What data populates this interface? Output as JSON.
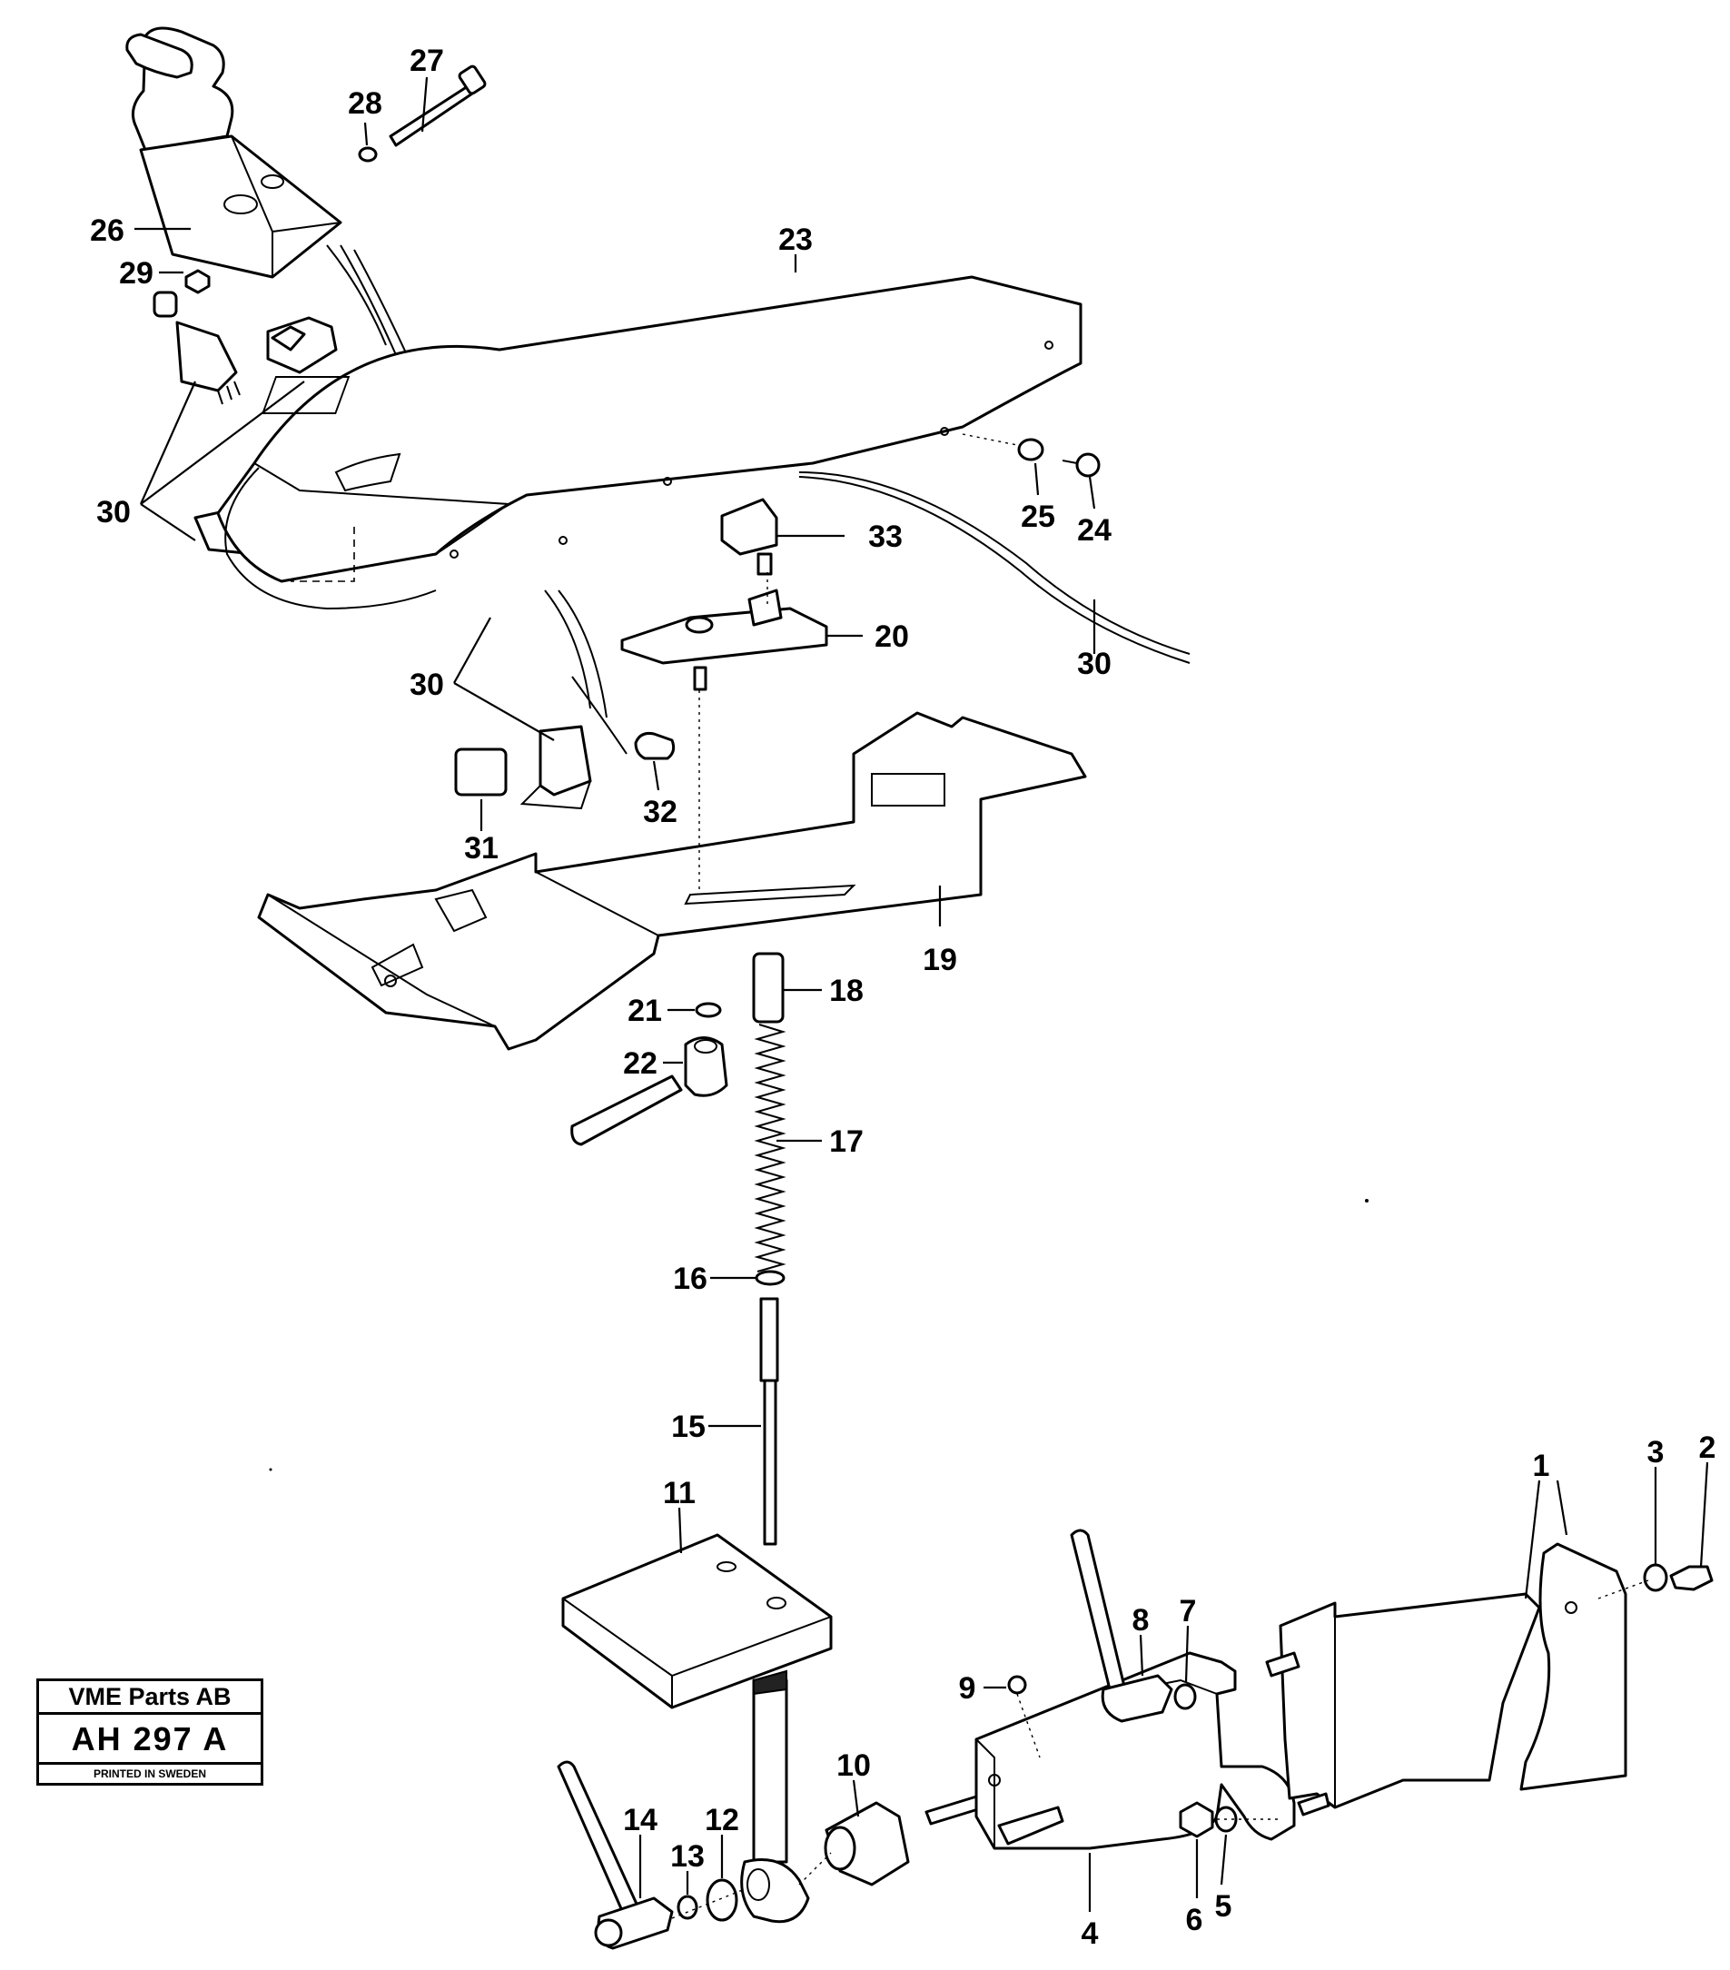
{
  "stamp": {
    "company": "VME Parts AB",
    "code": "AH 297 A",
    "printed": "PRINTED IN SWEDEN"
  },
  "callouts": [
    "1",
    "2",
    "3",
    "4",
    "5",
    "6",
    "7",
    "8",
    "9",
    "10",
    "11",
    "12",
    "13",
    "14",
    "15",
    "16",
    "17",
    "18",
    "19",
    "20",
    "21",
    "22",
    "23",
    "24",
    "25",
    "26",
    "27",
    "28",
    "29",
    "30",
    "30",
    "30",
    "31",
    "32",
    "33"
  ]
}
